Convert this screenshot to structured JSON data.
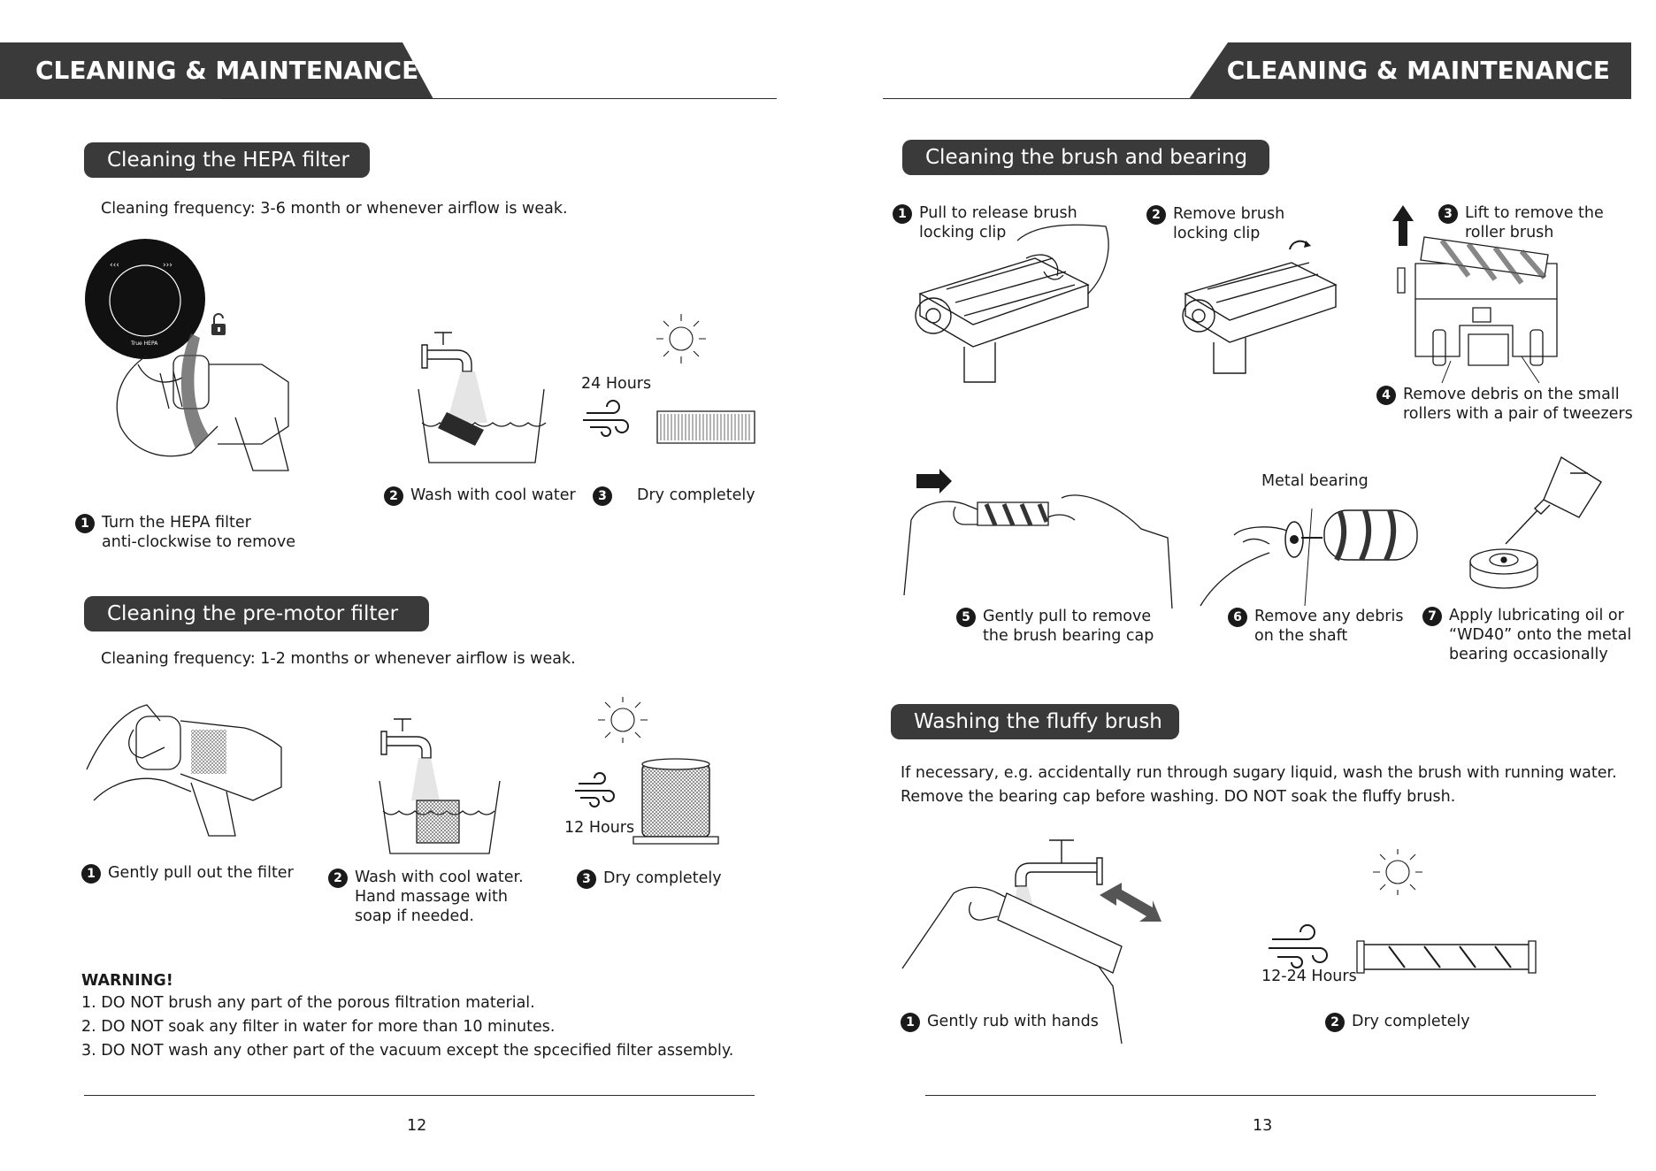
{
  "header": {
    "left_title": "CLEANING & MAINTENANCE",
    "right_title": "CLEANING & MAINTENANCE"
  },
  "hepa": {
    "title": "Cleaning the HEPA filter",
    "frequency": "Cleaning frequency: 3-6 month or whenever airflow is weak.",
    "dial_label": "True HEPA",
    "time": "24 Hours",
    "steps": [
      {
        "n": "1",
        "lines": [
          "Turn the HEPA filter",
          "anti-clockwise to remove"
        ]
      },
      {
        "n": "2",
        "lines": [
          "Wash with cool water"
        ]
      },
      {
        "n": "3",
        "lines": [
          "Dry completely"
        ]
      }
    ]
  },
  "premotor": {
    "title": "Cleaning the pre-motor filter",
    "frequency": "Cleaning frequency: 1-2 months or whenever airflow is weak.",
    "time": "12 Hours",
    "steps": [
      {
        "n": "1",
        "lines": [
          "Gently pull out the filter"
        ]
      },
      {
        "n": "2",
        "lines": [
          "Wash with cool water.",
          "Hand massage with",
          "soap if needed."
        ]
      },
      {
        "n": "3",
        "lines": [
          "Dry completely"
        ]
      }
    ]
  },
  "warning": {
    "title": "WARNING!",
    "items": [
      "1. DO NOT brush any part of the porous filtration material.",
      "2. DO NOT soak any filter in water for more than 10 minutes.",
      "3. DO NOT wash any other part of the vacuum except the spcecified filter assembly."
    ]
  },
  "brush": {
    "title": "Cleaning the brush and bearing",
    "metal_bearing": "Metal bearing",
    "steps": [
      {
        "n": "1",
        "lines": [
          "Pull to release brush",
          "locking clip"
        ]
      },
      {
        "n": "2",
        "lines": [
          "Remove brush",
          "locking clip"
        ]
      },
      {
        "n": "3",
        "lines": [
          "Lift to remove the",
          "roller brush"
        ]
      },
      {
        "n": "4",
        "lines": [
          "Remove debris on the small",
          "rollers with a pair of tweezers"
        ]
      },
      {
        "n": "5",
        "lines": [
          "Gently pull to remove",
          "the brush bearing cap"
        ]
      },
      {
        "n": "6",
        "lines": [
          "Remove any debris",
          "on the shaft"
        ]
      },
      {
        "n": "7",
        "lines": [
          "Apply lubricating oil or",
          "“WD40” onto the metal",
          "bearing occasionally"
        ]
      }
    ]
  },
  "fluffy": {
    "title": "Washing the fluffy brush",
    "desc_line1": "If necessary, e.g. accidentally run through sugary liquid, wash the brush with running water.",
    "desc_line2": "Remove the bearing cap before washing. DO NOT soak the fluffy brush.",
    "time": "12-24 Hours",
    "steps": [
      {
        "n": "1",
        "lines": [
          "Gently rub with hands"
        ]
      },
      {
        "n": "2",
        "lines": [
          "Dry completely"
        ]
      }
    ]
  },
  "footer": {
    "left_page": "12",
    "right_page": "13"
  },
  "icons": [
    "hand-icon",
    "dial-icon",
    "unlock-icon",
    "tap-icon",
    "basin-icon",
    "sun-icon",
    "wind-icon",
    "filter-icon",
    "brush-head-icon",
    "arrow-icon",
    "oil-bottle-icon",
    "roller-icon"
  ],
  "colors": {
    "bar": "#3b3a3a",
    "text": "#1a1a1a",
    "page": "#ffffff"
  }
}
